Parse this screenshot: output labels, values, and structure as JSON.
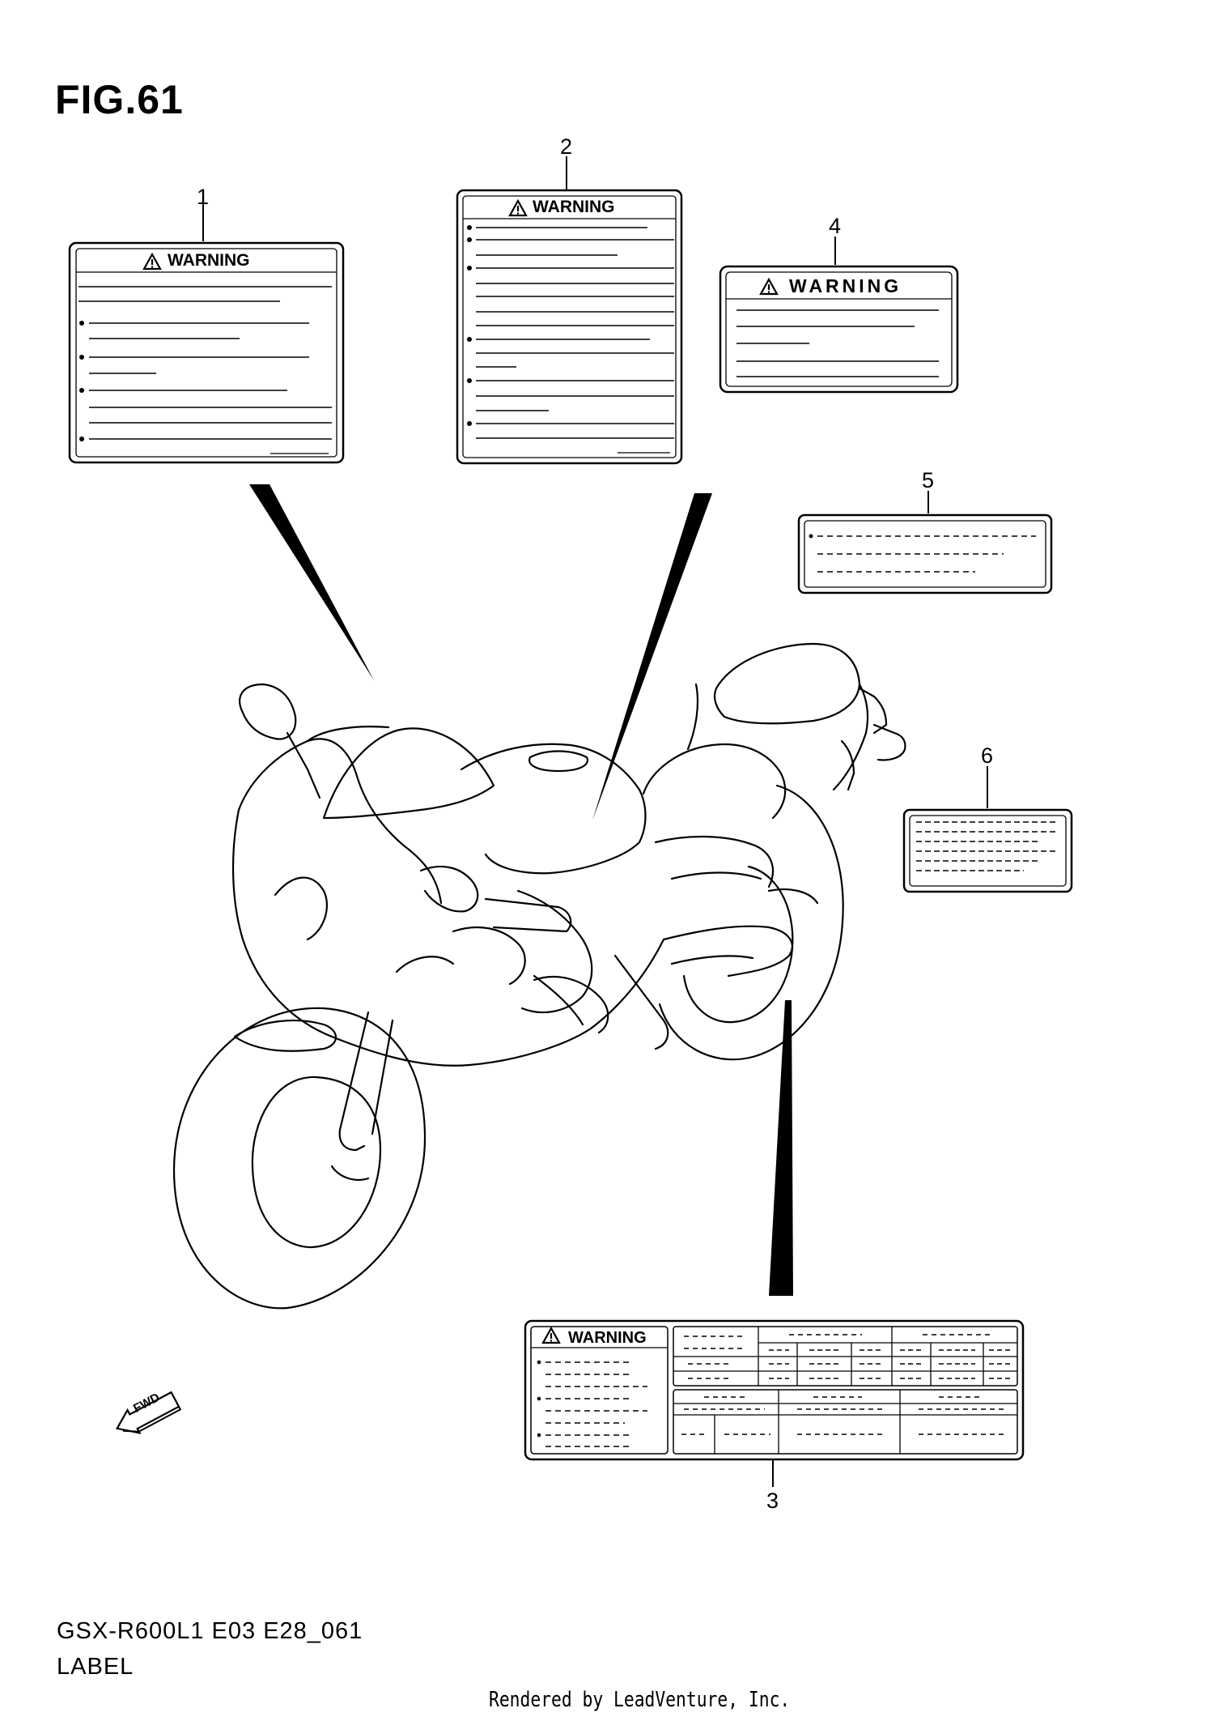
{
  "figure": {
    "title": "FIG.61"
  },
  "callouts": [
    "1",
    "2",
    "3",
    "4",
    "5",
    "6"
  ],
  "labels": {
    "label1": {
      "heading": "WARNING"
    },
    "label2": {
      "heading": "WARNING"
    },
    "label3": {
      "heading": "WARNING"
    },
    "label4": {
      "heading": "WARNING"
    }
  },
  "fwd_arrow": {
    "text": "FWD"
  },
  "model_code": "GSX-R600L1 E03 E28_061",
  "section_name": "LABEL",
  "footer": "Rendered by LeadVenture, Inc.",
  "colors": {
    "line": "#000000",
    "background": "#ffffff"
  }
}
